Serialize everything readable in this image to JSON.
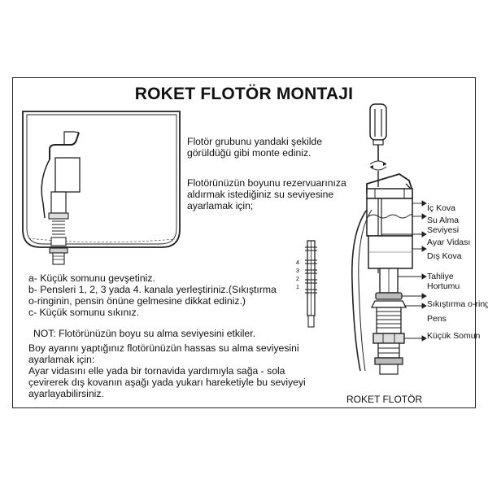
{
  "title": "ROKET FLOTÖR MONTAJI",
  "intro": {
    "line1": "Flotör grubunu yandaki şekilde",
    "line2": "görüldüğü gibi monte ediniz."
  },
  "height_intro": {
    "line1": "Flotörünüzün boyunu rezervuarınıza",
    "line2": "aldırmak istediğiniz su seviyesine",
    "line3": "ayarlamak için;"
  },
  "steps": {
    "a": "a- Küçük somunu gevşetiniz.",
    "b1": "b- Pensleri 1, 2, 3 yada 4. kanala yerleştiriniz.(Sıkıştırma",
    "b2": "o-ringinin, pensin önüne gelmesine dikkat ediniz.)",
    "c": "c- Küçük somunu sıkınız."
  },
  "note": "NOT: Flotörünüzün boyu su alma seviyesini etkiler.",
  "fine_adjust": {
    "line1": "Boy ayarını yaptığınız flotörünüzün hassas su alma seviyesini",
    "line2": "ayarlamak için:",
    "line3": "Ayar vidasını elle yada bir tornavida yardımıyla sağa - sola",
    "line4": "çevirerek dış kovanın aşağı yada yukarı hareketiyle bu seviyeyi",
    "line5": "ayarlayabilirsiniz."
  },
  "channel_numbers": [
    "4",
    "3",
    "2",
    "1"
  ],
  "labels": {
    "ic_kova": "İç Kova",
    "su_alma_1": "Su Alma",
    "su_alma_2": "Seviyesi",
    "ayar_vidasi": "Ayar Vidası",
    "dis_kova": "Dış Kova",
    "tahliye_1": "Tahliye",
    "tahliye_2": "Hortumu",
    "sikistirma": "Sıkıştırma o-ringi",
    "pens": "Pens",
    "kucuk_somun": "Küçük Somun"
  },
  "caption": "ROKET FLOTÖR"
}
